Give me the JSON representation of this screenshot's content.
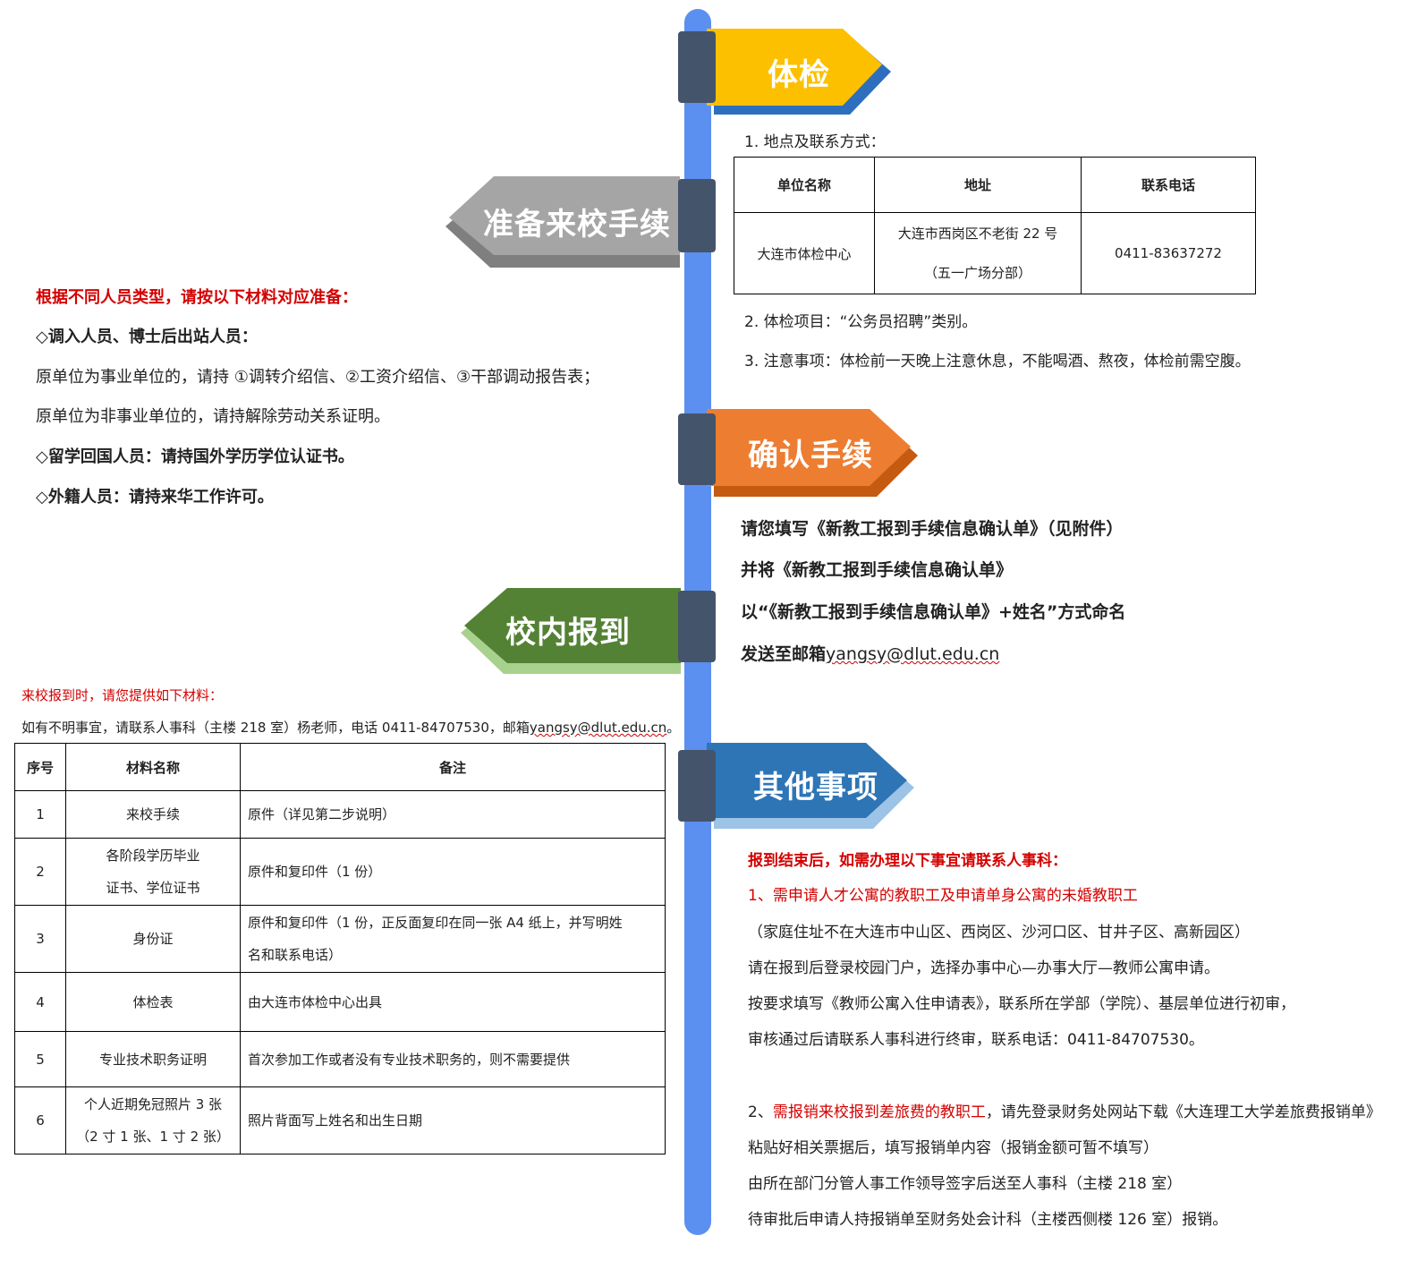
{
  "signs": {
    "exam": {
      "label": "体检",
      "color": "#fcc000",
      "shadow": "#2e6fbd"
    },
    "prepare": {
      "label": "准备来校手续",
      "color": "#a5a5a5",
      "shadow": "#7f7f7f"
    },
    "confirm": {
      "label": "确认手续",
      "color": "#ed7d31",
      "shadow": "#c55a11"
    },
    "report": {
      "label": "校内报到",
      "color": "#548235",
      "shadow": "#a9d18e"
    },
    "other": {
      "label": "其他事项",
      "color": "#2e75b6",
      "shadow": "#9dc3e6"
    }
  },
  "exam": {
    "item1": "1. 地点及联系方式：",
    "table": {
      "headers": [
        "单位名称",
        "地址",
        "联系电话"
      ],
      "row": {
        "name": "大连市体检中心",
        "address_line1": "大连市西岗区不老街 22 号",
        "address_line2": "（五一广场分部）",
        "phone": "0411-83637272"
      }
    },
    "item2": "2. 体检项目：“公务员招聘”类别。",
    "item3": "3. 注意事项：体检前一天晚上注意休息，不能喝酒、熬夜，体检前需空腹。"
  },
  "prepare": {
    "intro": "根据不同人员类型，请按以下材料对应准备：",
    "group1": "◇调入人员、博士后出站人员：",
    "line1": "原单位为事业单位的，请持 ①调转介绍信、②工资介绍信、③干部调动报告表；",
    "line2": "原单位为非事业单位的，请持解除劳动关系证明。",
    "group2": "◇留学回国人员：请持国外学历学位认证书。",
    "group3": "◇外籍人员：请持来华工作许可。"
  },
  "confirm": {
    "line1": "请您填写《新教工报到手续信息确认单》（见附件）",
    "line2": "并将《新教工报到手续信息确认单》",
    "line3": "以“《新教工报到手续信息确认单》+姓名”方式命名",
    "line4_prefix": "发送至邮箱",
    "email": "yangsy@dlut.edu.cn"
  },
  "report": {
    "intro": "来校报到时，请您提供如下材料：",
    "contact_prefix": "如有不明事宜，请联系人事科（主楼 218 室）杨老师，电话 0411-84707530，邮箱",
    "contact_email": "yangsy@dlut.edu.cn",
    "contact_suffix": "。",
    "table": {
      "headers": [
        "序号",
        "材料名称",
        "备注"
      ],
      "rows": [
        {
          "no": "1",
          "name": "来校手续",
          "name2": "",
          "note": "原件（详见第二步说明）",
          "note2": ""
        },
        {
          "no": "2",
          "name": "各阶段学历毕业",
          "name2": "证书、学位证书",
          "note": "原件和复印件（1 份）",
          "note2": ""
        },
        {
          "no": "3",
          "name": "身份证",
          "name2": "",
          "note": "原件和复印件（1 份，正反面复印在同一张 A4 纸上，并写明姓",
          "note2": "名和联系电话）"
        },
        {
          "no": "4",
          "name": "体检表",
          "name2": "",
          "note": "由大连市体检中心出具",
          "note2": ""
        },
        {
          "no": "5",
          "name": "专业技术职务证明",
          "name2": "",
          "note": "首次参加工作或者没有专业技术职务的，则不需要提供",
          "note2": ""
        },
        {
          "no": "6",
          "name": "个人近期免冠照片 3 张",
          "name2": "（2 寸 1 张、1 寸 2 张）",
          "note": "照片背面写上姓名和出生日期",
          "note2": ""
        }
      ]
    }
  },
  "other": {
    "intro": "报到结束后，如需办理以下事宜请联系人事科：",
    "item1_prefix": "1、",
    "item1_title": "需申请人才公寓的教职工及申请单身公寓的未婚教职工",
    "item1_lines": [
      "（家庭住址不在大连市中山区、西岗区、沙河口区、甘井子区、高新园区）",
      "请在报到后登录校园门户，选择办事中心—办事大厅—教师公寓申请。",
      "按要求填写《教师公寓入住申请表》，联系所在学部（学院）、基层单位进行初审，",
      "审核通过后请联系人事科进行终审，联系电话：0411-84707530。"
    ],
    "item2_prefix": "2、",
    "item2_title": "需报销来校报到差旅费的教职工",
    "item2_rest": "，请先登录财务处网站下载《大连理工大学差旅费报销单》",
    "item2_lines": [
      "粘贴好相关票据后，填写报销单内容（报销金额可暂不填写）",
      "由所在部门分管人事工作领导签字后送至人事科（主楼 218 室）",
      "待审批后申请人持报销单至财务处会计科（主楼西侧楼 126 室）报销。"
    ]
  }
}
